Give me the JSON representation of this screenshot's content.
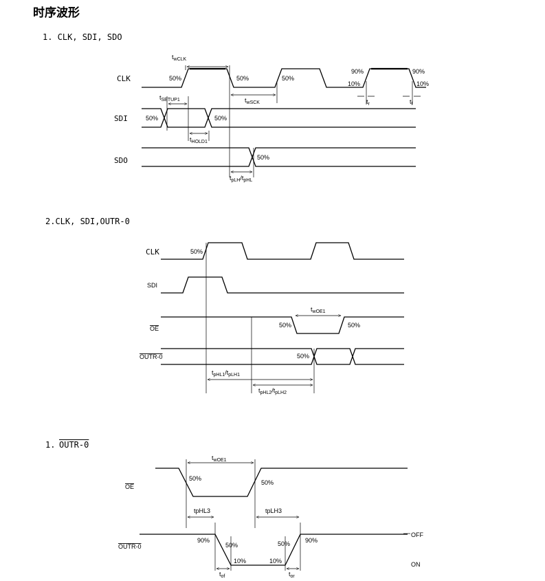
{
  "page_title": "时序波形",
  "sections": {
    "s1": "1. CLK, SDI, SDO",
    "s2": "2.CLK, SDI,OUTR-0",
    "s3_num": "1.",
    "s3_sig": "OUTR-0"
  },
  "d1": {
    "clk": "CLK",
    "sdi": "SDI",
    "sdo": "SDO",
    "p50": "50%",
    "p90": "90%",
    "p10": "10%",
    "t": "t",
    "wclk": "wCLK",
    "setup": "SETUP1",
    "hold": "HOLD1",
    "wsck": "wSCK",
    "plh": "pLH",
    "phl": "pHL",
    "r": "r",
    "f": "f",
    "slash": "/t"
  },
  "d2": {
    "clk": "CLK",
    "sdi": "SDI",
    "oe": "OE",
    "outr": "OUTR-0",
    "p50": "50%",
    "t": "t",
    "woe1": "wOE1",
    "phl1": "pHL1",
    "plh1": "pLH1",
    "phl2": "pHL2",
    "plh2": "pLH2",
    "slash": "/t"
  },
  "d3": {
    "oe": "OE",
    "outr": "OUTR-0",
    "p50": "50%",
    "p90": "90%",
    "p10": "10%",
    "t": "t",
    "woe1": "wOE1",
    "tphl3": "tpHL3",
    "tplh3": "tpLH3",
    "of": "of",
    "or": "or",
    "off": "OFF",
    "on": "ON"
  }
}
